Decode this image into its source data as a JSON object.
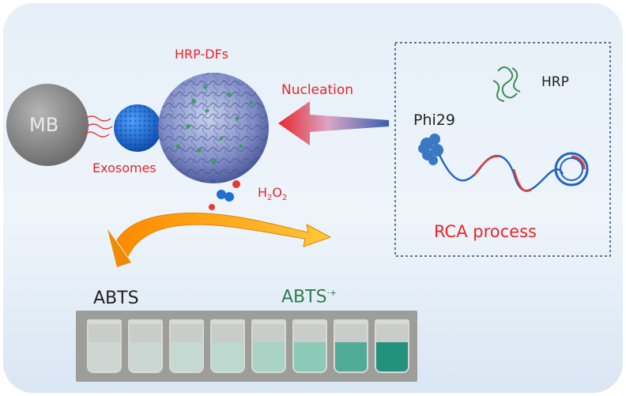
{
  "labels": {
    "hrp_dfs": "HRP-DFs",
    "mb": "MB",
    "exosomes": "Exosomes",
    "nucleation": "Nucleation",
    "hrp": "HRP",
    "phi29": "Phi29",
    "h2o2_main": "H",
    "h2o2_sub1": "2",
    "h2o2_o": "O",
    "h2o2_sub2": "2",
    "rca_process": "RCA process",
    "abts": "ABTS",
    "abts_oxidized": "ABTS",
    "abts_oxidized_sup": "·+"
  },
  "colors": {
    "label_red": "#e8262a",
    "abts_green": "#2e7d4f",
    "mb_gray": "#8c8c8c",
    "exosome_blue": "#1e6fd0",
    "arrow_orange": "#f39a1c",
    "dna_red": "#e53935",
    "dna_blue": "#1e63c6"
  },
  "vials": [
    {
      "liquid": "#cdd6d3"
    },
    {
      "liquid": "#cad6d2"
    },
    {
      "liquid": "#c6d8d2"
    },
    {
      "liquid": "#bcd8cf"
    },
    {
      "liquid": "#a9d3c5"
    },
    {
      "liquid": "#8ccab8"
    },
    {
      "liquid": "#4fab95"
    },
    {
      "liquid": "#23927c"
    }
  ]
}
